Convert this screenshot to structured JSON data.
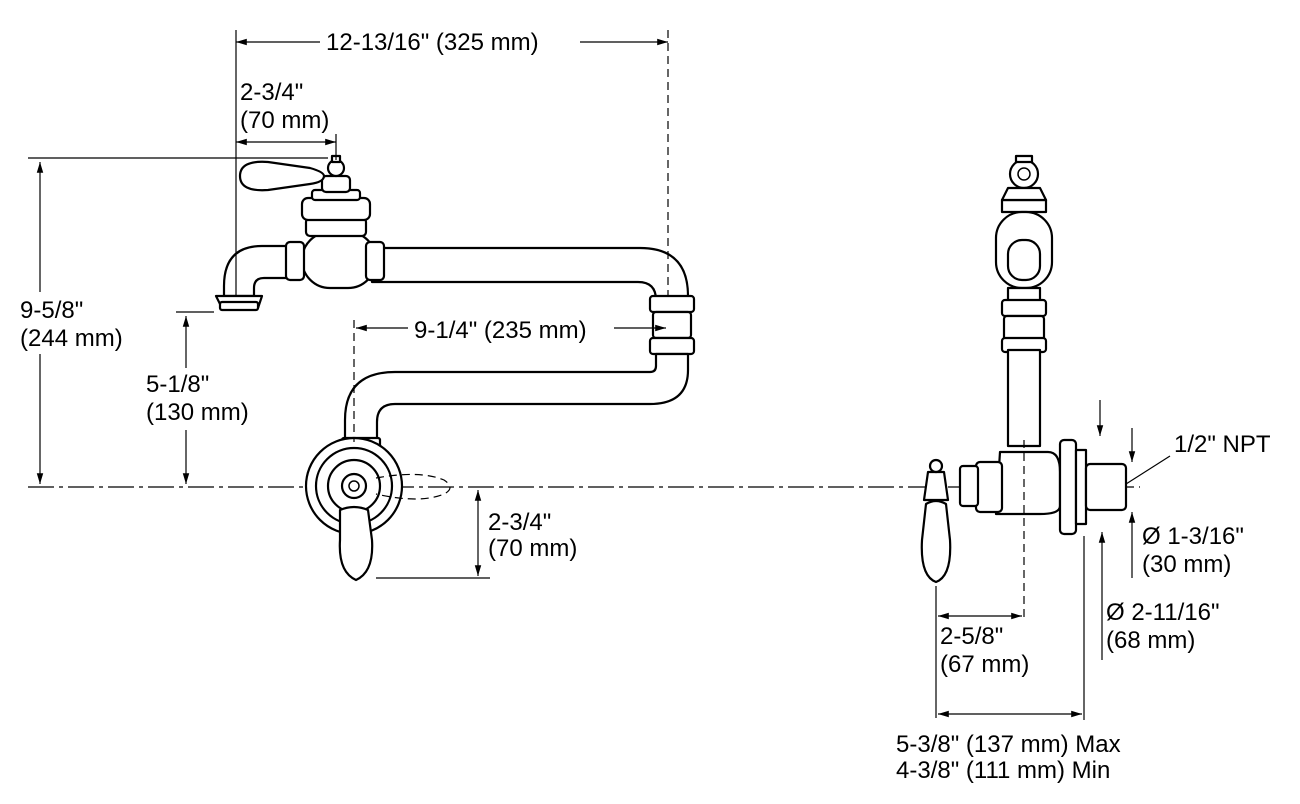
{
  "dimensions": {
    "overall_width": "12-13/16\" (325 mm)",
    "handle_offset_in": "2-3/4\"",
    "handle_offset_mm": "(70 mm)",
    "total_height_in": "9-5/8\"",
    "total_height_mm": "(244 mm)",
    "spout_height_in": "5-1/8\"",
    "spout_height_mm": "(130 mm)",
    "arm_reach": "9-1/4\" (235 mm)",
    "lower_handle_in": "2-3/4\"",
    "lower_handle_mm": "(70 mm)",
    "npt": "1/2\" NPT",
    "inlet_dia_in": "Ø 1-3/16\"",
    "inlet_dia_mm": "(30 mm)",
    "flange_dia_in": "Ø 2-11/16\"",
    "flange_dia_mm": "(68 mm)",
    "wall_offset_in": "2-5/8\"",
    "wall_offset_mm": "(67 mm)",
    "projection_max": "5-3/8\" (137 mm) Max",
    "projection_min": "4-3/8\" (111 mm) Min"
  }
}
